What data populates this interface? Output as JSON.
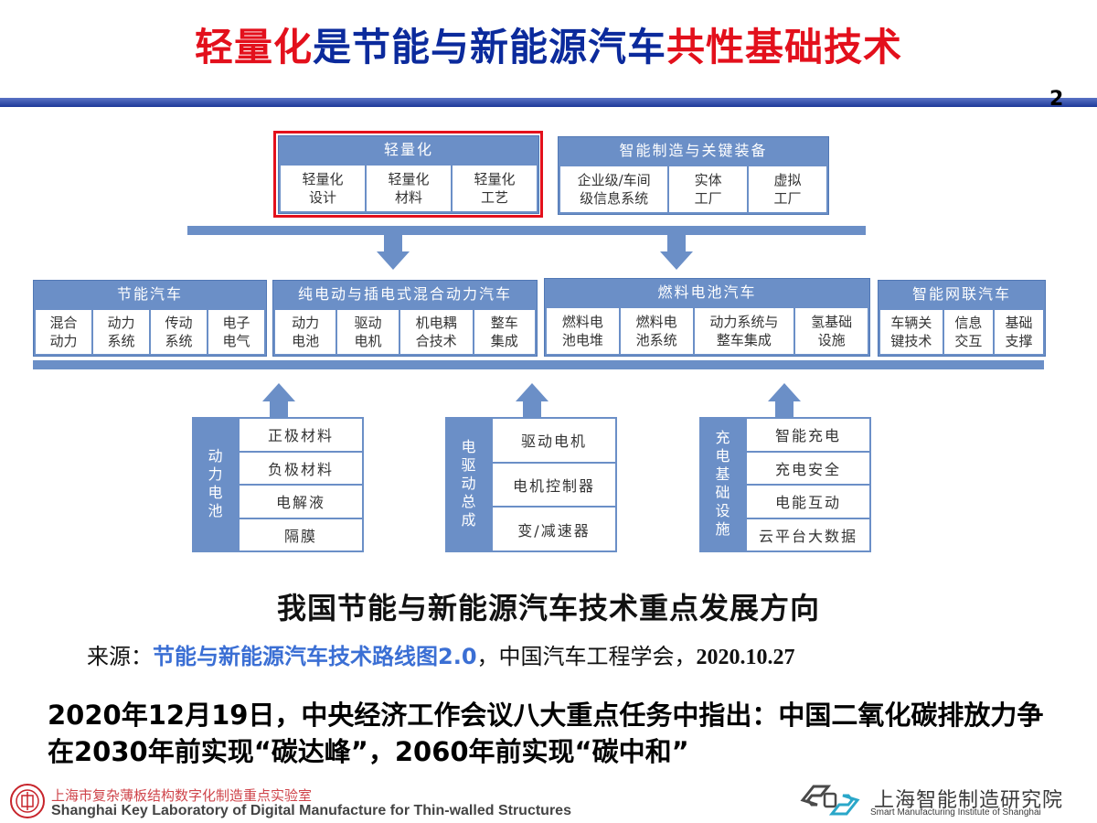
{
  "header": {
    "title_part1": "轻量化",
    "title_part2": "是节能与新能源汽车",
    "title_part3": "共性基础技术",
    "page_number": "2",
    "accent_red": "#e3101c",
    "accent_blue": "#0b2a9c"
  },
  "diagram": {
    "top_boxes": [
      {
        "title": "轻量化",
        "highlighted": true,
        "cells": [
          "轻量化\n设计",
          "轻量化\n材料",
          "轻量化\n工艺"
        ]
      },
      {
        "title": "智能制造与关键装备",
        "highlighted": false,
        "cells": [
          "企业级/车间\n级信息系统",
          "实体\n工厂",
          "虚拟\n工厂"
        ]
      }
    ],
    "middle_boxes": [
      {
        "title": "节能汽车",
        "cells": [
          "混合\n动力",
          "动力\n系统",
          "传动\n系统",
          "电子\n电气"
        ]
      },
      {
        "title": "纯电动与插电式混合动力汽车",
        "cells": [
          "动力\n电池",
          "驱动\n电机",
          "机电耦\n合技术",
          "整车\n集成"
        ]
      },
      {
        "title": "燃料电池汽车",
        "cells": [
          "燃料电\n池电堆",
          "燃料电\n池系统",
          "动力系统与\n整车集成",
          "氢基础\n设施"
        ]
      },
      {
        "title": "智能网联汽车",
        "cells": [
          "车辆关\n键技术",
          "信息\n交互",
          "基础\n支撑"
        ]
      }
    ],
    "bottom_boxes": [
      {
        "label": "动力电池",
        "items": [
          "正极材料",
          "负极材料",
          "电解液",
          "隔膜"
        ]
      },
      {
        "label": "电驱动总成",
        "items": [
          "驱动电机",
          "电机控制器",
          "变/减速器"
        ]
      },
      {
        "label": "充电基础设施",
        "items": [
          "智能充电",
          "充电安全",
          "电能互动",
          "云平台大数据"
        ]
      }
    ],
    "box_color": "#6b8fc7",
    "highlight_color": "#e3101c"
  },
  "caption": "我国节能与新能源汽车技术重点发展方向",
  "source": {
    "prefix": "来源：",
    "link_text": "节能与新能源汽车技术路线图2.0",
    "middle": "，中国汽车工程学会，",
    "date": "2020.10.27"
  },
  "statement": "2020年12月19日，中央经济工作会议八大重点任务中指出：中国二氧化碳排放力争在2030年前实现“碳达峰”，2060年前实现“碳中和”",
  "footer": {
    "left_cn": "上海市复杂薄板结构数字化制造重点实验室",
    "left_en": "Shanghai Key Laboratory of Digital Manufacture for Thin-walled Structures",
    "right_cn": "上海智能制造研究院",
    "right_en": "Smart Manufacturing Institute of Shanghai"
  }
}
